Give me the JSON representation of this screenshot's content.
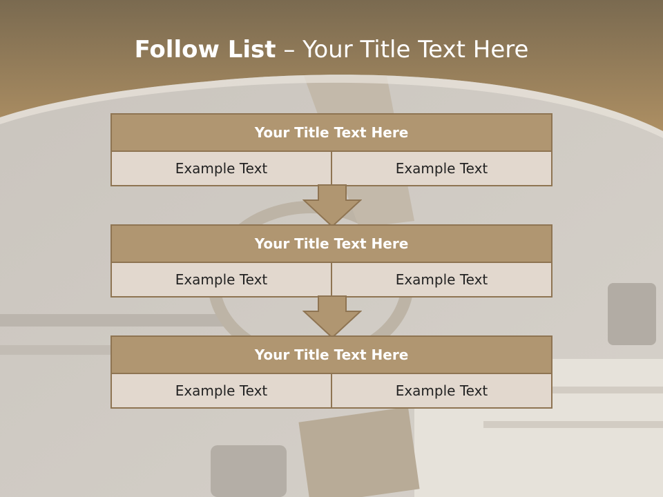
{
  "title": {
    "bold": "Follow List",
    "rest": "  – Your Title Text Here"
  },
  "blocks": [
    {
      "header": "Your Title Text Here",
      "cells": [
        "Example Text",
        "Example Text"
      ]
    },
    {
      "header": "Your Title Text Here",
      "cells": [
        "Example Text",
        "Example Text"
      ]
    },
    {
      "header": "Your Title Text Here",
      "cells": [
        "Example Text",
        "Example Text"
      ]
    }
  ],
  "colors": {
    "accent": "#b09671",
    "border": "#8e7452",
    "cell": "#e2d8ce"
  }
}
